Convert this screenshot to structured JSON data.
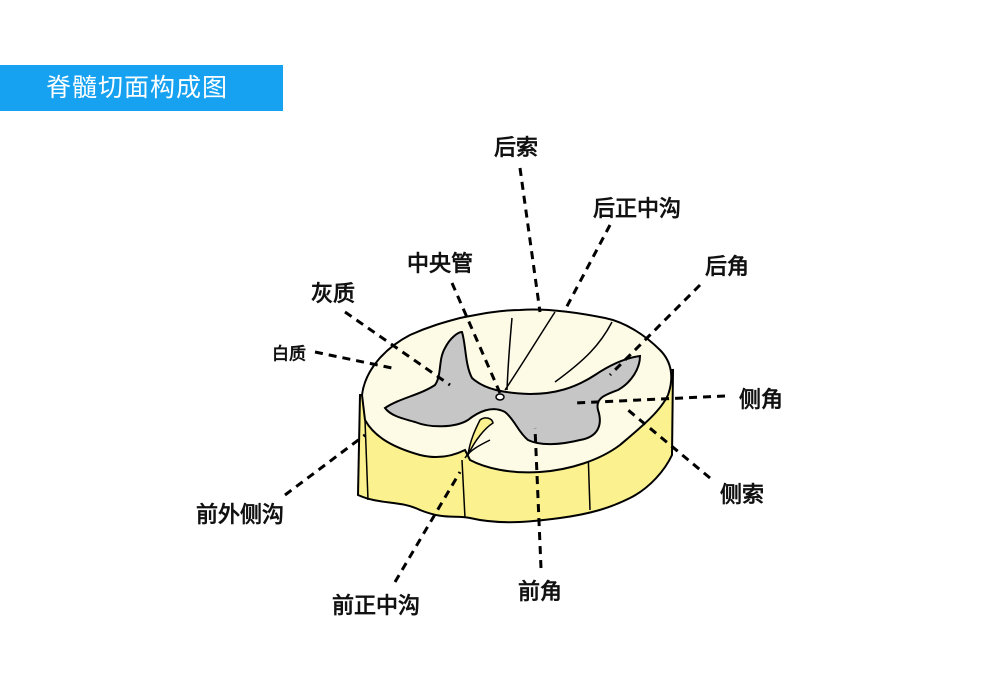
{
  "title": "脊髓切面构成图",
  "colors": {
    "title_bg": "#16a2f1",
    "white_matter": "#fdfbe6",
    "grey_matter": "#c6c6c6",
    "side": "#fbf28f"
  },
  "labels": {
    "posterior_funiculus": "后索",
    "posterior_median_sulcus": "后正中沟",
    "posterior_horn": "后角",
    "central_canal": "中央管",
    "grey_matter": "灰质",
    "white_matter": "白质",
    "lateral_horn": "侧角",
    "lateral_funiculus": "侧索",
    "anterolateral_sulcus": "前外侧沟",
    "anterior_median_fissure": "前正中沟",
    "anterior_horn": "前角"
  }
}
